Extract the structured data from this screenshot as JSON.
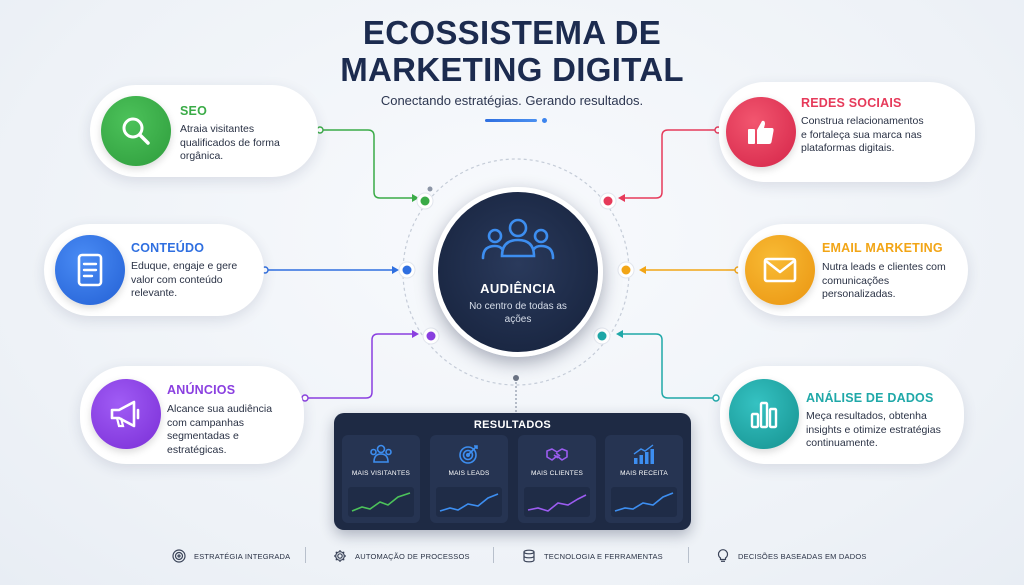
{
  "header": {
    "title_line1": "ECOSSISTEMA DE",
    "title_line2": "MARKETING DIGITAL",
    "subtitle": "Conectando estratégias. Gerando resultados."
  },
  "hub": {
    "title": "AUDIÊNCIA",
    "description": "No centro de todas as ações"
  },
  "cards": {
    "seo": {
      "title": "SEO",
      "description": "Atraia visitantes qualificados de forma orgânica.",
      "color": "#3aab47"
    },
    "conteudo": {
      "title": "CONTEÚDO",
      "description": "Eduque, engaje e gere valor com conteúdo relevante.",
      "color": "#2f6fe0"
    },
    "anuncios": {
      "title": "ANÚNCIOS",
      "description": "Alcance sua audiência com campanhas segmentadas e estratégicas.",
      "color": "#8a3fe0"
    },
    "redes": {
      "title": "REDES SOCIAIS",
      "description": "Construa relacionamentos e fortaleça sua marca nas plataformas digitais.",
      "color": "#e63a5a"
    },
    "email": {
      "title": "EMAIL MARKETING",
      "description": "Nutra leads e clientes com comunicações personalizadas.",
      "color": "#f2a516"
    },
    "analise": {
      "title": "ANÁLISE DE DADOS",
      "description": "Meça resultados, obtenha insights e otimize estratégias continuamente.",
      "color": "#1fa8a8"
    }
  },
  "results": {
    "title": "RESULTADOS",
    "tiles": [
      {
        "label": "MAIS VISITANTES",
        "icon": "users-icon",
        "color": "#3d8ef0"
      },
      {
        "label": "MAIS LEADS",
        "icon": "target-icon",
        "color": "#3d8ef0"
      },
      {
        "label": "MAIS CLIENTES",
        "icon": "handshake-icon",
        "color": "#9b5cf0"
      },
      {
        "label": "MAIS RECEITA",
        "icon": "growth-chart-icon",
        "color": "#3d8ef0"
      }
    ]
  },
  "footer": [
    {
      "label": "ESTRATÉGIA INTEGRADA",
      "icon": "target-icon"
    },
    {
      "label": "AUTOMAÇÃO DE PROCESSOS",
      "icon": "gear-icon"
    },
    {
      "label": "TECNOLOGIA E FERRAMENTAS",
      "icon": "database-icon"
    },
    {
      "label": "DECISÕES BASEADAS EM DADOS",
      "icon": "lightbulb-icon"
    }
  ]
}
